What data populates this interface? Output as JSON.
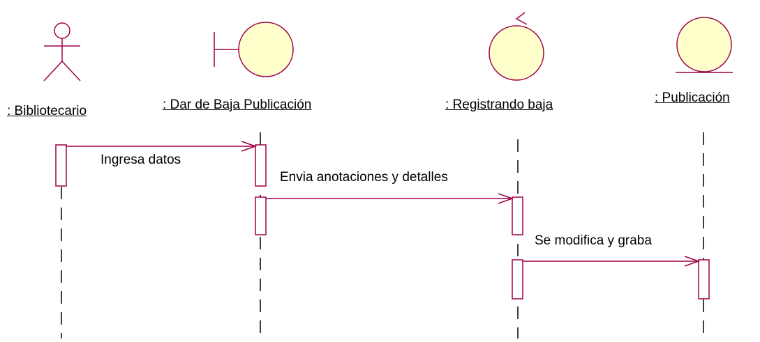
{
  "colors": {
    "shape_stroke": "#a0004a",
    "shape_fill": "#ffffcc",
    "message_line": "#a0004a",
    "text": "#000000"
  },
  "lifelines": [
    {
      "name": ": Bibliotecario",
      "stereotype": "actor-icon"
    },
    {
      "name": ": Dar de Baja Publicación",
      "stereotype": "boundary-icon"
    },
    {
      "name": ": Registrando baja",
      "stereotype": "control-icon"
    },
    {
      "name": ": Publicación",
      "stereotype": "entity-icon"
    }
  ],
  "messages": [
    {
      "label": "Ingresa datos",
      "from": ": Bibliotecario",
      "to": ": Dar de Baja Publicación"
    },
    {
      "label": "Envia anotaciones y detalles",
      "from": ": Dar de Baja Publicación",
      "to": ": Registrando baja"
    },
    {
      "label": "Se modifica y graba",
      "from": ": Registrando baja",
      "to": ": Publicación"
    }
  ]
}
